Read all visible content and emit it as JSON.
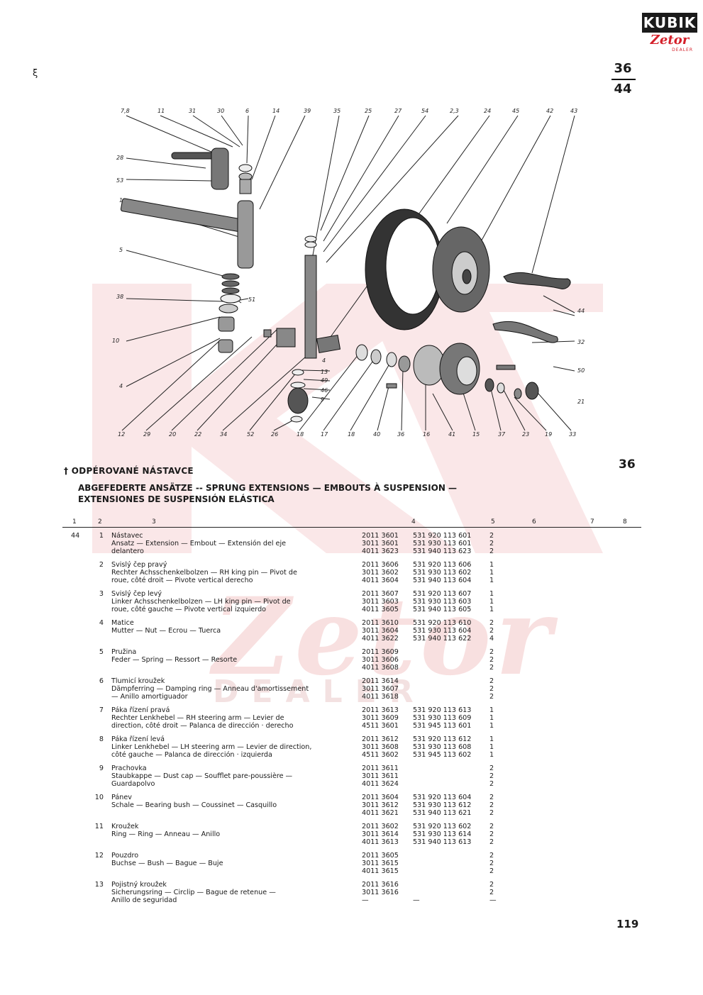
{
  "logo": {
    "top": "KUBIK",
    "middle": "Zetor",
    "bottom": "DEALER"
  },
  "page_ref": {
    "top": "36",
    "bottom": "44"
  },
  "stray_mark": "ξ",
  "watermark": {
    "brand": "Zetor",
    "word": "DEALER"
  },
  "diagram": {
    "callouts_top": [
      "7,8",
      "11",
      "31",
      "30",
      "6",
      "14",
      "39",
      "35",
      "25",
      "27",
      "54",
      "2,3",
      "24",
      "45",
      "42",
      "43"
    ],
    "callouts_left": [
      "28",
      "53",
      "1",
      "5",
      "38",
      "10",
      "4"
    ],
    "callouts_right": [
      "51",
      "44",
      "32",
      "50",
      "21"
    ],
    "callouts_mid": [
      "4",
      "13",
      "49",
      "46",
      "9"
    ],
    "callouts_bottom": [
      "12",
      "29",
      "20",
      "22",
      "34",
      "52",
      "26",
      "18",
      "17",
      "18",
      "40",
      "36",
      "16",
      "41",
      "15",
      "37",
      "23",
      "19",
      "33"
    ]
  },
  "section": {
    "number": "36",
    "title_cz": "† ODPÉROVANÉ NÁSTAVCE",
    "title_multi": "ABGEFEDERTE ANSÄTZE -- SPRUNG EXTENSIONS — EMBOUTS À SUSPENSION — EXTENSIONES DE SUSPENSIÓN ELÁSTICA"
  },
  "columns": [
    "1",
    "2",
    "3",
    "4",
    "5",
    "6",
    "7",
    "8"
  ],
  "rows": [
    {
      "group": "44",
      "num": "1",
      "desc": [
        "Nástavec",
        "Ansatz — Extension — Embout — Extensión del eje",
        "delantero"
      ],
      "codes": [
        "2011 3601",
        "3011 3601",
        "4011 3623"
      ],
      "parts": [
        "531 920 113 601",
        "531 930 113 601",
        "531 940 113 623"
      ],
      "qty": [
        "2",
        "2",
        "2"
      ]
    },
    {
      "group": "",
      "num": "2",
      "desc": [
        "Svislý čep pravý",
        "Rechter Achsschenkelbolzen — RH king pin — Pivot de",
        "roue, côté droit — Pivote vertical derecho"
      ],
      "codes": [
        "2011 3606",
        "3011 3602",
        "4011 3604"
      ],
      "parts": [
        "531 920 113 606",
        "531 930 113 602",
        "531 940 113 604"
      ],
      "qty": [
        "1",
        "1",
        "1"
      ]
    },
    {
      "group": "",
      "num": "3",
      "desc": [
        "Svislý čep levý",
        "Linker Achsschenkelbolzen — LH king pin — Pivot de",
        "roue, côté gauche — Pivote vertical izquierdo"
      ],
      "codes": [
        "2011 3607",
        "3011 3603",
        "4011 3605"
      ],
      "parts": [
        "531 920 113 607",
        "531 930 113 603",
        "531 940 113 605"
      ],
      "qty": [
        "1",
        "1",
        "1"
      ]
    },
    {
      "group": "",
      "num": "4",
      "desc": [
        "Matice",
        "Mutter — Nut — Ecrou — Tuerca",
        ""
      ],
      "codes": [
        "2011 3610",
        "3011 3604",
        "4011 3622"
      ],
      "parts": [
        "531 920 113 610",
        "531 930 113 604",
        "531 940 113 622"
      ],
      "qty": [
        "2",
        "2",
        "4"
      ]
    },
    {
      "group": "",
      "num": "5",
      "desc": [
        "Pružina",
        "Feder — Spring — Ressort — Resorte",
        ""
      ],
      "codes": [
        "2011 3609",
        "3011 3606",
        "4011 3608"
      ],
      "parts": [
        "",
        "",
        ""
      ],
      "qty": [
        "2",
        "2",
        "2"
      ]
    },
    {
      "group": "",
      "num": "6",
      "desc": [
        "Tlumicí kroužek",
        "Dämpferring — Damping ring — Anneau d'amortissement",
        "— Anillo amortiguador"
      ],
      "codes": [
        "2011 3614",
        "3011 3607",
        "4011 3618"
      ],
      "parts": [
        "",
        "",
        ""
      ],
      "qty": [
        "2",
        "2",
        "2"
      ]
    },
    {
      "group": "",
      "num": "7",
      "desc": [
        "Páka řízení pravá",
        "Rechter Lenkhebel — RH steering arm — Levier de",
        "direction, côté droit — Palanca de dirección · derecho"
      ],
      "codes": [
        "2011 3613",
        "3011 3609",
        "4511 3601"
      ],
      "parts": [
        "531 920 113 613",
        "531 930 113 609",
        "531 945 113 601"
      ],
      "qty": [
        "1",
        "1",
        "1"
      ]
    },
    {
      "group": "",
      "num": "8",
      "desc": [
        "Páka řízení levá",
        "Linker Lenkhebel — LH steering arm — Levier de direction,",
        "côté gauche — Palanca de dirección · izquierda"
      ],
      "codes": [
        "2011 3612",
        "3011 3608",
        "4511 3602"
      ],
      "parts": [
        "531 920 113 612",
        "531 930 113 608",
        "531 945 113 602"
      ],
      "qty": [
        "1",
        "1",
        "1"
      ]
    },
    {
      "group": "",
      "num": "9",
      "desc": [
        "Prachovka",
        "Staubkappe — Dust cap — Soufflet pare-poussière —",
        "Guardapolvo"
      ],
      "codes": [
        "2011 3611",
        "3011 3611",
        "4011 3624"
      ],
      "parts": [
        "",
        "",
        ""
      ],
      "qty": [
        "2",
        "2",
        "2"
      ]
    },
    {
      "group": "",
      "num": "10",
      "desc": [
        "Pánev",
        "Schale — Bearing bush — Coussinet — Casquillo",
        ""
      ],
      "codes": [
        "2011 3604",
        "3011 3612",
        "4011 3621"
      ],
      "parts": [
        "531 920 113 604",
        "531 930 113 612",
        "531 940 113 621"
      ],
      "qty": [
        "2",
        "2",
        "2"
      ]
    },
    {
      "group": "",
      "num": "11",
      "desc": [
        "Kroužek",
        "Ring — Ring — Anneau — Anillo",
        ""
      ],
      "codes": [
        "2011 3602",
        "3011 3614",
        "4011 3613"
      ],
      "parts": [
        "531 920 113 602",
        "531 930 113 614",
        "531 940 113 613"
      ],
      "qty": [
        "2",
        "2",
        "2"
      ]
    },
    {
      "group": "",
      "num": "12",
      "desc": [
        "Pouzdro",
        "Buchse — Bush — Bague — Buje",
        ""
      ],
      "codes": [
        "2011 3605",
        "3011 3615",
        "4011 3615"
      ],
      "parts": [
        "",
        "",
        ""
      ],
      "qty": [
        "2",
        "2",
        "2"
      ]
    },
    {
      "group": "",
      "num": "13",
      "desc": [
        "Pojistný kroužek",
        "Sicherungsring — Circlip — Bague de retenue —",
        "Anillo de seguridad"
      ],
      "codes": [
        "2011 3616",
        "3011 3616",
        "—"
      ],
      "parts": [
        "",
        "",
        "—"
      ],
      "qty": [
        "2",
        "2",
        "—"
      ]
    }
  ],
  "page_number": "119"
}
